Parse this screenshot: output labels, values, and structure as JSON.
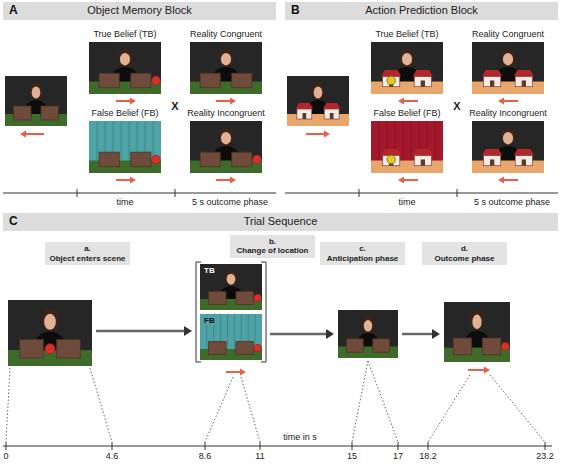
{
  "diagram": {
    "nodes": [
      {
        "text": [
          "A",
          "Object Memory Block"
        ]
      },
      {
        "text": [
          "True Belief (TB)"
        ]
      },
      {
        "text": [
          "Reality Congruent"
        ]
      },
      {
        "text": [
          "False Belief (FB)"
        ]
      },
      {
        "text": [
          "Reality Incongruent"
        ]
      },
      {
        "text": [
          "B",
          "Action Prediction Block"
        ]
      },
      {
        "text": [
          "True Belief (TB)"
        ]
      },
      {
        "text": [
          "Reality Congruent"
        ]
      },
      {
        "text": [
          "False Belief (FB)"
        ]
      },
      {
        "text": [
          "Reality Incongruent"
        ]
      },
      {
        "text": [
          "C",
          "Trial Sequence"
        ]
      },
      {
        "text": [
          "a.",
          "Object enters scene"
        ]
      },
      {
        "text": [
          "b.",
          "Change of location"
        ]
      },
      {
        "text": [
          "TB"
        ],
        "in": 12
      },
      {
        "text": [
          "FB"
        ],
        "in": 12
      },
      {
        "text": [
          "c.",
          "Anticipation phase"
        ]
      },
      {
        "text": [
          "d.",
          "Outcome phase"
        ]
      }
    ],
    "edges": [
      {
        "from": 11,
        "to": 12,
        "arrow": "to"
      },
      {
        "from": 12,
        "to": 15,
        "arrow": "to"
      },
      {
        "from": 15,
        "to": 16,
        "arrow": "to"
      }
    ],
    "labels": [
      "X",
      "time",
      "5 s outcome phase",
      "X",
      "time",
      "5 s outcome phase",
      "0",
      "4.6",
      "8.6",
      "11",
      "15",
      "17",
      "18.2",
      "23.2",
      "time in s"
    ]
  }
}
